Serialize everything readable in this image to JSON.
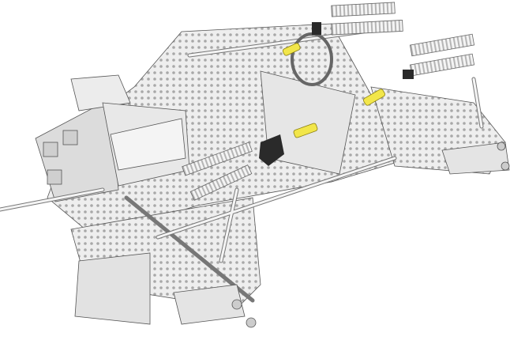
{
  "image": {
    "subject": "technic-chassis-render",
    "colors": {
      "background": "#ffffff",
      "part_light": "#eeeeee",
      "part_mid": "#d2d2d2",
      "part_shadow": "#9a9a9a",
      "outline": "#555555",
      "accent_yellow": "#f2e64a",
      "accent_black": "#2a2a2a"
    },
    "parts": [
      "main-frame",
      "engine-block",
      "front-suspension",
      "rear-suspension",
      "shock-absorbers",
      "wheel-hubs",
      "yellow-pins",
      "black-connector",
      "steering-rods"
    ]
  }
}
